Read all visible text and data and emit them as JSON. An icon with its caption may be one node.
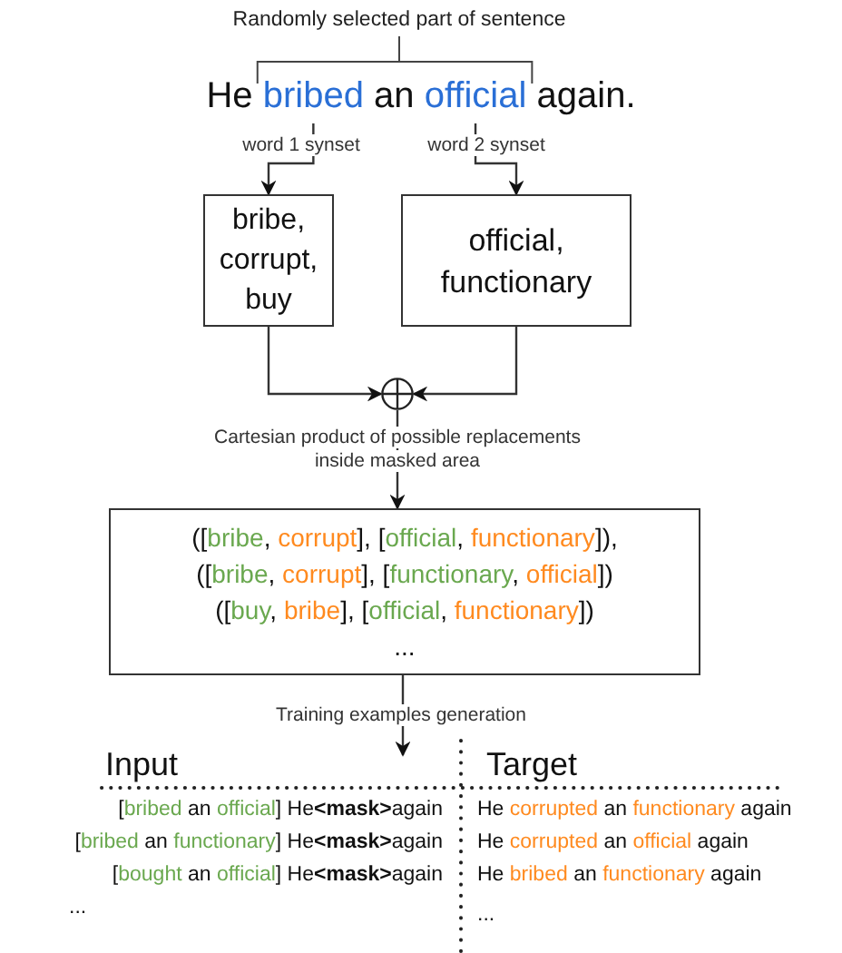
{
  "diagram": {
    "nodes": [
      {
        "text": [
          "He bribed an official again."
        ]
      },
      {
        "text": [
          "bribe, corrupt, buy"
        ]
      },
      {
        "text": [
          "official, functionary"
        ]
      },
      {
        "text": [],
        "shape": "circle"
      },
      {
        "text": [
          "([bribe, corrupt], [official, functionary]),",
          "([bribe, corrupt], [functionary, official])",
          "([buy, bribe], [official, functionary])",
          "..."
        ]
      },
      {
        "text": [
          "Input",
          "[bribed an official] He**<mask>**again",
          "[bribed an functionary] He**<mask>**again",
          "[bought an official] He**<mask>**again",
          "..."
        ]
      },
      {
        "text": [
          "Target",
          "He corrupted an functionary again",
          "He corrupted an official again",
          "He bribed an functionary again",
          "..."
        ]
      }
    ],
    "edges": [
      {
        "from": 0,
        "to": 1,
        "arrow": "to",
        "label": "word 1 synset"
      },
      {
        "from": 0,
        "to": 2,
        "arrow": "to",
        "label": "word 2 synset"
      },
      {
        "from": 1,
        "to": 3,
        "arrow": "to"
      },
      {
        "from": 2,
        "to": 3,
        "arrow": "to"
      },
      {
        "from": 3,
        "to": 4,
        "arrow": "to",
        "label": "Cartesian product of possible replacements inside masked area"
      },
      {
        "from": 4,
        "to": 5,
        "arrow": "to",
        "label": "Training examples generation"
      }
    ],
    "labels": [
      "Randomly selected part of sentence"
    ]
  }
}
